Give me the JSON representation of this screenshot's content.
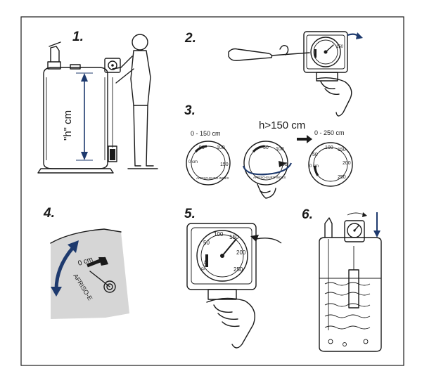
{
  "colors": {
    "ink": "#1a1a1a",
    "accent": "#1e3a6e",
    "panel": "#d6d6d6",
    "background": "#ffffff"
  },
  "steps": [
    {
      "number": "1.",
      "height_label": "\"h\" cm"
    },
    {
      "number": "2."
    },
    {
      "number": "3.",
      "condition": "h>150 cm",
      "range_small": "0 - 150 cm",
      "range_large": "0 - 250 cm",
      "dial_small": [
        "0 cm",
        "50",
        "100",
        "150"
      ],
      "dial_large": [
        "0 cm",
        "50",
        "100",
        "150",
        "200",
        "250"
      ],
      "brand": "AFRISO-EURO-INDEX"
    },
    {
      "number": "4.",
      "zero_label": "0 cm",
      "brand": "AFRISO-E"
    },
    {
      "number": "5.",
      "dial": [
        "0 cm",
        "50",
        "100",
        "150",
        "200",
        "250"
      ]
    },
    {
      "number": "6."
    }
  ]
}
